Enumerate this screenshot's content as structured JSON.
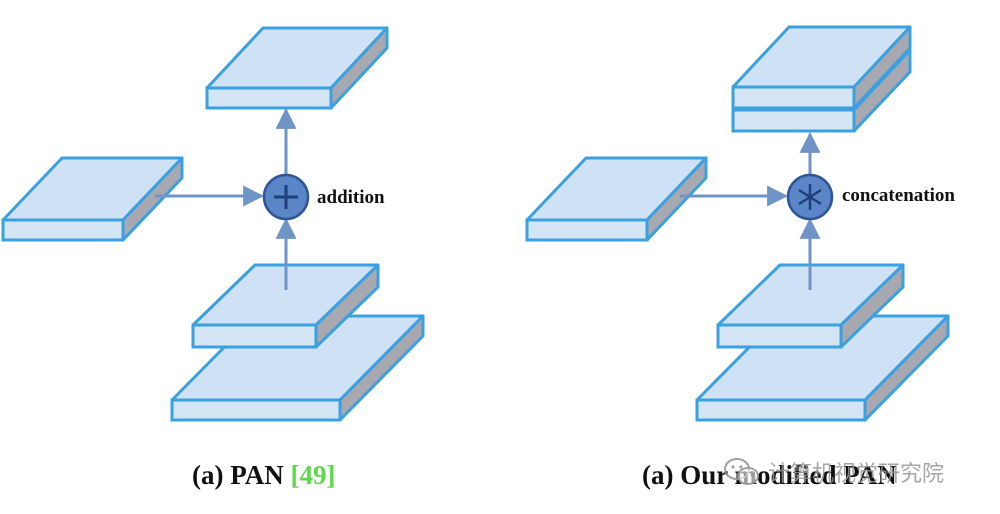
{
  "left_panel": {
    "operation_label": "addition",
    "operation_symbol": "+",
    "caption_prefix": "(a) PAN",
    "caption_ref": "[49]"
  },
  "right_panel": {
    "operation_label": "concatenation",
    "operation_symbol": "*",
    "caption_prefix": "(a) Our modified PAN"
  },
  "watermark": {
    "text": "计算机视觉研究院",
    "icon": "wechat-icon"
  },
  "colors": {
    "slab_top": "#cfe2f5",
    "slab_front": "#d4e5f6",
    "slab_side": "#a8a8b0",
    "slab_edge": "#3aa0e0",
    "arrow": "#6f95c8",
    "operator_fill": "#5a86c8",
    "operator_stroke": "#2f5597",
    "reference": "#5dd84a"
  }
}
